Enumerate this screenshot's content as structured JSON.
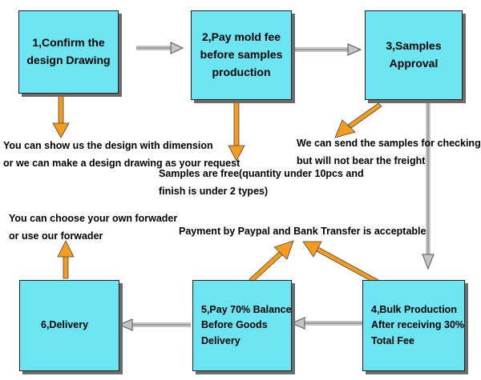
{
  "steps": {
    "step1": {
      "lines": [
        "1,Confirm the",
        "design Drawing"
      ]
    },
    "step2": {
      "lines": [
        "2,Pay mold fee",
        "before samples",
        "production"
      ]
    },
    "step3": {
      "lines": [
        "3,Samples",
        "Approval"
      ]
    },
    "step4": {
      "lines": [
        "4,Bulk Production",
        "After receiving 30%",
        "Total Fee"
      ]
    },
    "step5": {
      "lines": [
        "5,Pay 70% Balance",
        "Before Goods",
        "Delivery"
      ]
    },
    "step6": {
      "lines": [
        "6,Delivery"
      ]
    }
  },
  "notes": {
    "design": [
      "You can show us the design with dimension",
      "or we can make a design drawing as your request"
    ],
    "samples_free": [
      "Samples are free(quantity under 10pcs and",
      "finish is under 2 types)"
    ],
    "samples_check": [
      "We can send the samples for checking,",
      "but will not bear the freight"
    ],
    "forwarder": [
      "You can choose your own forwader",
      "or use our forwader"
    ],
    "payment": [
      "Payment by Paypal and Bank Transfer is acceptable"
    ]
  },
  "colors": {
    "box_fill": "#6ce4f2",
    "box_shadow": "#6b6b6b",
    "orange_arrow": "#f39c1e",
    "gray_arrow": "#c4c4c4"
  }
}
